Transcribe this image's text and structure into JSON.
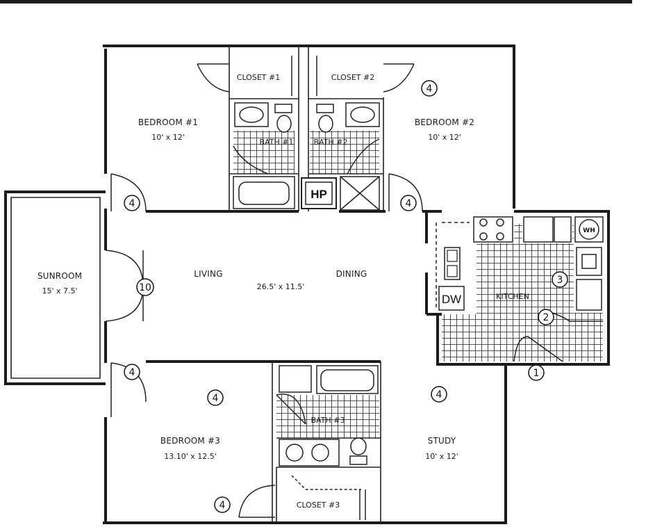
{
  "rooms": {
    "bedroom1": {
      "name": "BEDROOM #1",
      "dims": "10' x 12'"
    },
    "bedroom2": {
      "name": "BEDROOM #2",
      "dims": "10' x 12'"
    },
    "bedroom3": {
      "name": "BEDROOM #3",
      "dims": "13.10' x 12.5'"
    },
    "sunroom": {
      "name": "SUNROOM",
      "dims": "15' x 7.5'"
    },
    "living": {
      "name": "LIVING"
    },
    "dining": {
      "name": "DINING"
    },
    "living_dining_dims": "26.5' x 11.5'",
    "kitchen": {
      "name": "KITCHEN"
    },
    "study": {
      "name": "STUDY",
      "dims": "10' x 12'"
    },
    "closet1": {
      "name": "CLOSET #1"
    },
    "closet2": {
      "name": "CLOSET #2"
    },
    "closet3": {
      "name": "CLOSET #3"
    },
    "bath1": {
      "name": "BATH #1"
    },
    "bath2": {
      "name": "BATH #2"
    },
    "bath3": {
      "name": "BATH #3"
    }
  },
  "fixtures": {
    "hp": "HP",
    "dw": "DW",
    "wh": "WH"
  },
  "markers": {
    "m_bed2": "4",
    "m_bed1_door": "4",
    "m_bed2_door": "4",
    "m_sunroom": "10",
    "m_bed3_door": "4",
    "m_bed3": "4",
    "m_study": "4",
    "m_closet3": "4",
    "m_kitchen_3": "3",
    "m_kitchen_2": "2",
    "m_entry_1": "1"
  },
  "colors": {
    "line": "#1c1c1c",
    "background": "#ffffff"
  }
}
